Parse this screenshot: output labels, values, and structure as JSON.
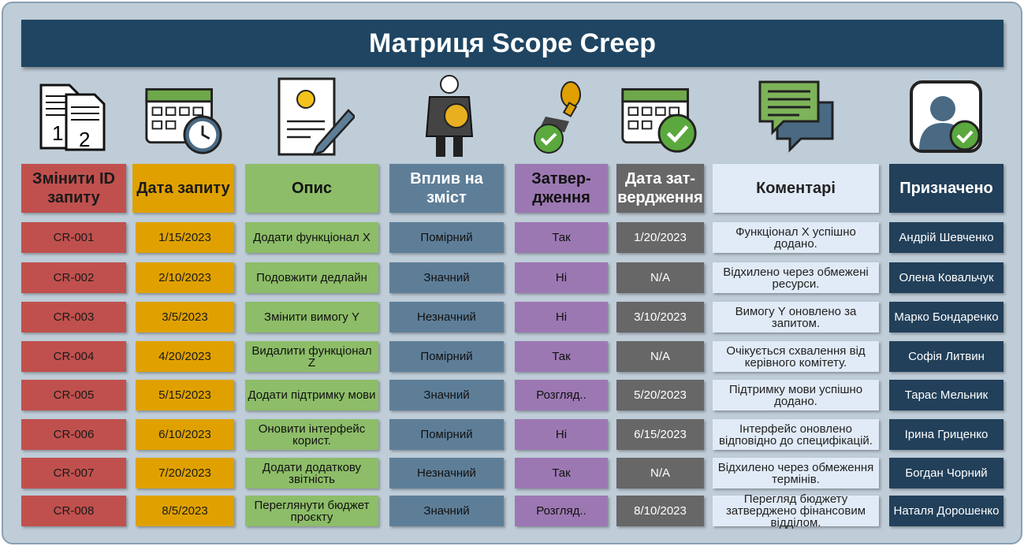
{
  "title": "Матриця Scope Creep",
  "columns": [
    {
      "label": "Змінити ID запиту",
      "icon": "documents-icon"
    },
    {
      "label": "Дата запиту",
      "icon": "calendar-clock-icon"
    },
    {
      "label": "Опис",
      "icon": "idea-document-icon"
    },
    {
      "label": "Вплив на зміст",
      "icon": "businessman-compass-icon"
    },
    {
      "label": "Затвер-дження",
      "icon": "approval-stamp-icon"
    },
    {
      "label": "Дата зат-вердження",
      "icon": "calendar-check-icon"
    },
    {
      "label": "Коментарі",
      "icon": "chat-icon"
    },
    {
      "label": "Призначено",
      "icon": "user-check-icon"
    }
  ],
  "rows": [
    [
      "CR-001",
      "1/15/2023",
      "Додати функціонал X",
      "Помірний",
      "Так",
      "1/20/2023",
      "Функціонал X успішно додано.",
      "Андрій Шевченко"
    ],
    [
      "CR-002",
      "2/10/2023",
      "Подовжити дедлайн",
      "Значний",
      "Ні",
      "N/A",
      "Відхилено через обмежені ресурси.",
      "Олена Ковальчук"
    ],
    [
      "CR-003",
      "3/5/2023",
      "Змінити вимогу Y",
      "Незначний",
      "Ні",
      "3/10/2023",
      "Вимогу Y оновлено за запитом.",
      "Марко Бондаренко"
    ],
    [
      "CR-004",
      "4/20/2023",
      "Видалити функціонал Z",
      "Помірний",
      "Так",
      "N/A",
      "Очікується схвалення від керівного комітету.",
      "Софія Литвин"
    ],
    [
      "CR-005",
      "5/15/2023",
      "Додати підтримку мови",
      "Значний",
      "Розгляд..",
      "5/20/2023",
      "Підтримку мови успішно додано.",
      "Тарас Мельник"
    ],
    [
      "CR-006",
      "6/10/2023",
      "Оновити інтерфейс корист.",
      "Помірний",
      "Ні",
      "6/15/2023",
      "Інтерфейс оновлено відповідно до специфікацій.",
      "Ірина Гриценко"
    ],
    [
      "CR-007",
      "7/20/2023",
      "Додати додаткову звітність",
      "Незначний",
      "Так",
      "N/A",
      "Відхилено через обмеження термінів.",
      "Богдан Чорний"
    ],
    [
      "CR-008",
      "8/5/2023",
      "Переглянути бюджет проєкту",
      "Значний",
      "Розгляд..",
      "8/10/2023",
      "Перегляд бюджету затверджено фінансовим відділом.",
      "Наталя Дорошенко"
    ]
  ]
}
